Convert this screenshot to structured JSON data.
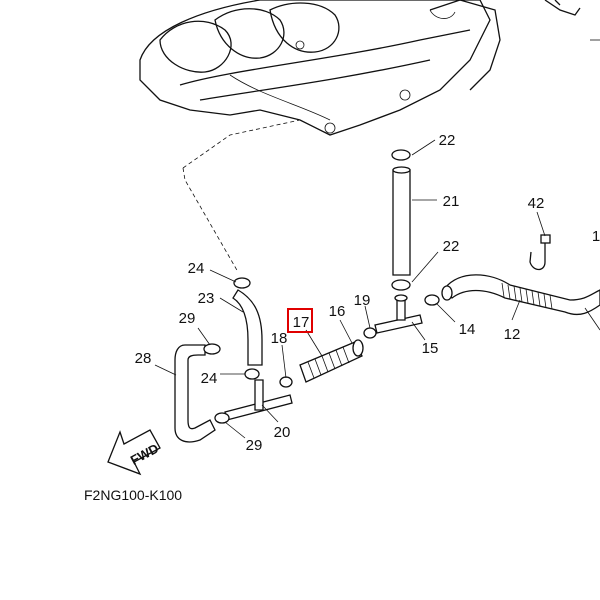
{
  "labels": {
    "p22a": "22",
    "p21": "21",
    "p22b": "22",
    "p42": "42",
    "p1": "1",
    "p24a": "24",
    "p23": "23",
    "p29a": "29",
    "p16": "16",
    "p19": "19",
    "p17": "17",
    "p14": "14",
    "p12": "12",
    "p15": "15",
    "p18": "18",
    "p28": "28",
    "p24b": "24",
    "p20": "20",
    "p29b": "29"
  },
  "fwd_label": "FWD",
  "diagram_code": "F2NG100-K100",
  "highlight_color": "#e00000"
}
